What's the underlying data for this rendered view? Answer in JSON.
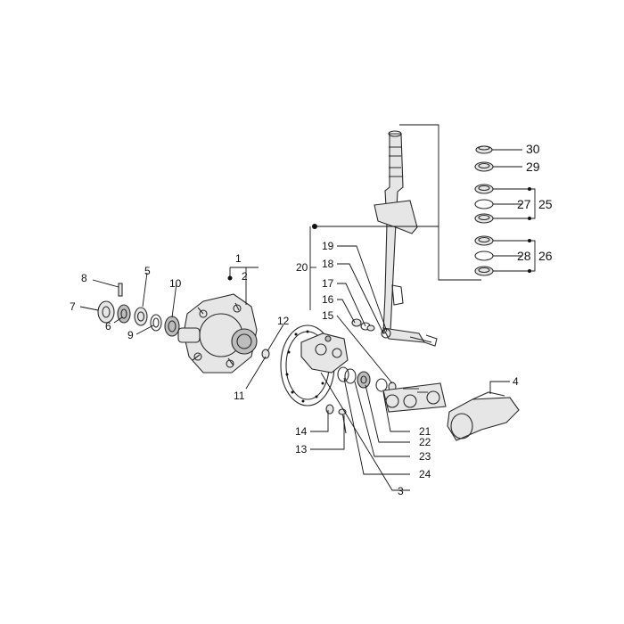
{
  "callouts": {
    "c1": "1",
    "c2": "2",
    "c3": "3",
    "c4": "4",
    "c5": "5",
    "c6": "6",
    "c7": "7",
    "c8": "8",
    "c9": "9",
    "c10": "10",
    "c11": "11",
    "c12": "12",
    "c13": "13",
    "c14": "14",
    "c15": "15",
    "c16": "16",
    "c17": "17",
    "c18": "18",
    "c19": "19",
    "c20": "20",
    "c21": "21",
    "c22": "22",
    "c23": "23",
    "c24": "24",
    "c25": "25",
    "c26": "26",
    "c27": "27",
    "c28": "28",
    "c29": "29",
    "c30": "30"
  },
  "colors": {
    "line": "#2a2a2a",
    "part_fill": "#e6e6e6",
    "part_dark": "#bdbdbd"
  }
}
